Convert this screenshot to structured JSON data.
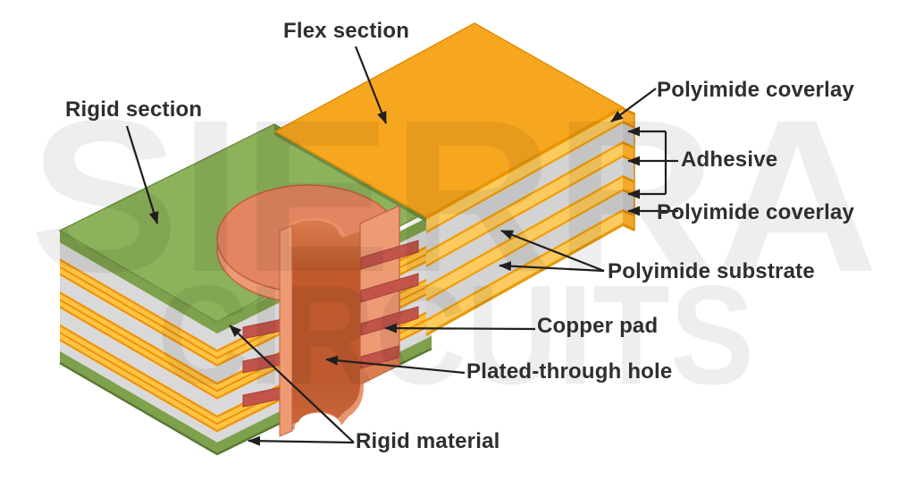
{
  "watermark": {
    "line1": "SIERRA",
    "line2": "CIRCUITS"
  },
  "labels": {
    "flex_section": "Flex section",
    "rigid_section": "Rigid section",
    "polyimide_coverlay_top": "Polyimide coverlay",
    "adhesive": "Adhesive",
    "polyimide_coverlay_bottom": "Polyimide coverlay",
    "polyimide_substrate": "Polyimide substrate",
    "copper_pad": "Copper pad",
    "plated_through_hole": "Plated-through hole",
    "rigid_material": "Rigid material"
  },
  "palette": {
    "board_green_top": "#8DB25C",
    "board_green_stroke": "#6F9144",
    "junction_step_green": "#6D8D41",
    "layer_green": "#7EA14D",
    "layer_gray": "#D9D9D9",
    "layer_yellow": "#FFC443",
    "pinstripe": "#F0920B",
    "flex_top": "#F7A71F",
    "flex_top_edge": "#E08E05",
    "flex_side_edge": "#EB9504",
    "flex_yellow": "#FBCB60",
    "flex_gray": "#D3D3D3",
    "flex_pin": "#F19D04",
    "end_yellow": "#F3A72C",
    "end_gray": "#C8C8C8",
    "end_pin": "#D98800",
    "pad_top": "#E28560",
    "pad_side": "#E99B76",
    "pad_outline": "#C4603C",
    "barrel_rim": "#E8956E",
    "barrel_dark_top": "#D97C4F",
    "barrel_dark_mid": "#C05A2C",
    "barrel_dark_low": "#BE5930",
    "barrel_dark_bottom": "#C96839",
    "cut_face": "#EE9B74",
    "cut_face_dark": "#DD7E52",
    "copper_pad_red": "#C2544A",
    "copper_pad_red_dark": "#A8433A",
    "bottom_edge_dark": "#5D7833",
    "arrow": "#1F1F1F"
  },
  "stacks": {
    "rigid": [
      "rigid_material",
      "adhesive",
      "polyimide",
      "adhesive",
      "polyimide",
      "adhesive",
      "polyimide",
      "adhesive",
      "rigid_material"
    ],
    "flex": [
      "coverlay",
      "adhesive",
      "polyimide",
      "adhesive",
      "polyimide",
      "adhesive",
      "coverlay"
    ]
  }
}
